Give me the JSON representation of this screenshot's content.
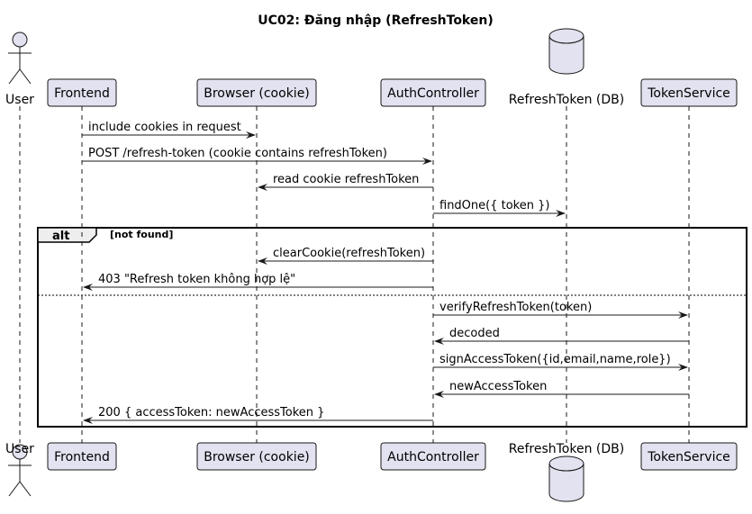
{
  "title": "UC02: Đăng nhập (RefreshToken)",
  "participants": [
    {
      "id": "user",
      "label": "User",
      "kind": "actor"
    },
    {
      "id": "frontend",
      "label": "Frontend",
      "kind": "participant"
    },
    {
      "id": "browser",
      "label": "Browser (cookie)",
      "kind": "participant"
    },
    {
      "id": "auth",
      "label": "AuthController",
      "kind": "participant"
    },
    {
      "id": "db",
      "label": "RefreshToken (DB)",
      "kind": "database"
    },
    {
      "id": "token",
      "label": "TokenService",
      "kind": "participant"
    }
  ],
  "messages": [
    {
      "from": "frontend",
      "to": "browser",
      "text": "include cookies in request"
    },
    {
      "from": "frontend",
      "to": "auth",
      "text": "POST /refresh-token (cookie contains refreshToken)"
    },
    {
      "from": "auth",
      "to": "browser",
      "text": "read cookie refreshToken"
    },
    {
      "from": "auth",
      "to": "db",
      "text": "findOne({ token })"
    },
    {
      "from": "auth",
      "to": "browser",
      "text": "clearCookie(refreshToken)"
    },
    {
      "from": "auth",
      "to": "frontend",
      "text": "403 \"Refresh token không hợp lệ\""
    },
    {
      "from": "auth",
      "to": "token",
      "text": "verifyRefreshToken(token)"
    },
    {
      "from": "token",
      "to": "auth",
      "text": "decoded"
    },
    {
      "from": "auth",
      "to": "token",
      "text": "signAccessToken({id,email,name,role})"
    },
    {
      "from": "token",
      "to": "auth",
      "text": "newAccessToken"
    },
    {
      "from": "auth",
      "to": "frontend",
      "text": "200 { accessToken: newAccessToken }"
    }
  ],
  "alt_frame": {
    "label": "alt",
    "condition": "[not found]"
  },
  "colors": {
    "participant_fill": "#e2e2f0",
    "line": "#181818"
  }
}
